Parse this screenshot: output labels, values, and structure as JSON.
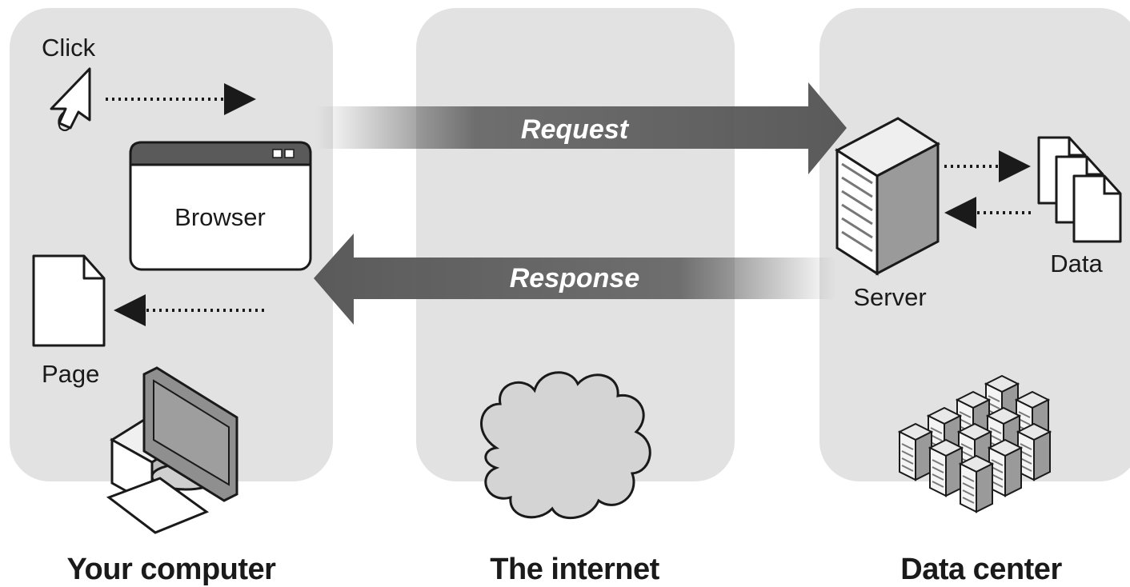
{
  "sections": {
    "computer": "Your computer",
    "internet": "The internet",
    "datacenter": "Data center"
  },
  "labels": {
    "click": "Click",
    "browser": "Browser",
    "page": "Page",
    "request": "Request",
    "response": "Response",
    "server": "Server",
    "data": "Data"
  },
  "icons": {
    "cursor": "hand-cursor-icon",
    "browser": "browser-window-icon",
    "page": "document-icon",
    "computer": "desktop-computer-icon",
    "cloud": "cloud-icon",
    "server": "server-tower-icon",
    "data": "stacked-documents-icon",
    "datacenter": "server-rack-grid-icon"
  },
  "colors": {
    "panel": "#e2e2e2",
    "arrow": "#5a5a5a",
    "stroke": "#1a1a1a",
    "cloud": "#d4d4d4"
  }
}
